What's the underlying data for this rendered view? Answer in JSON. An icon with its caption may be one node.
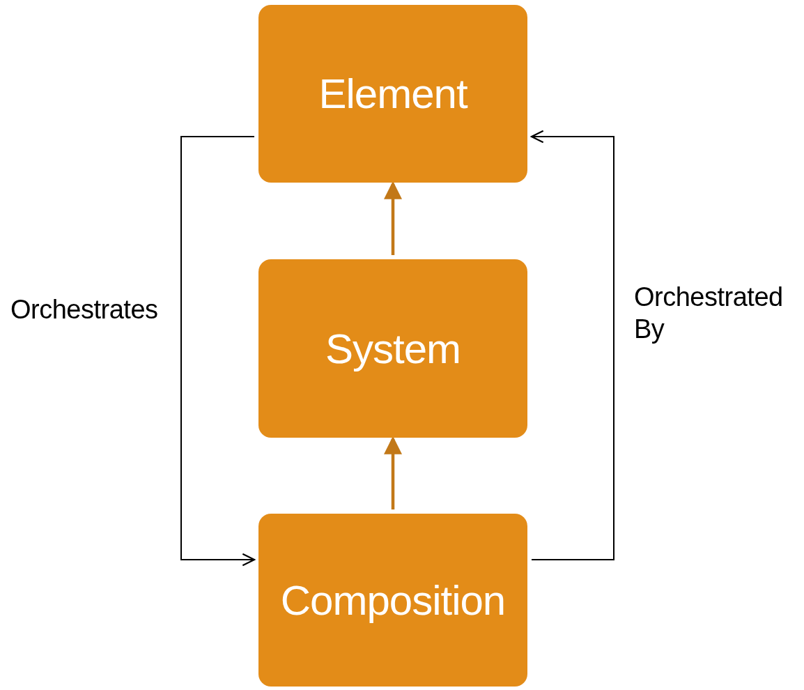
{
  "diagram": {
    "nodes": [
      {
        "text": [
          "Element"
        ]
      },
      {
        "text": [
          "System"
        ]
      },
      {
        "text": [
          "Composition"
        ]
      }
    ],
    "edges": [
      {
        "from": 1,
        "to": 0,
        "arrow": "to",
        "style": "thick",
        "color": "#c27818"
      },
      {
        "from": 2,
        "to": 1,
        "arrow": "to",
        "style": "thick",
        "color": "#c27818"
      },
      {
        "from": 0,
        "to": 2,
        "arrow": "to",
        "label": "Orchestrates",
        "color": "#000000"
      },
      {
        "from": 2,
        "to": 0,
        "arrow": "to",
        "label": "Orchestrated By",
        "color": "#000000"
      }
    ]
  }
}
